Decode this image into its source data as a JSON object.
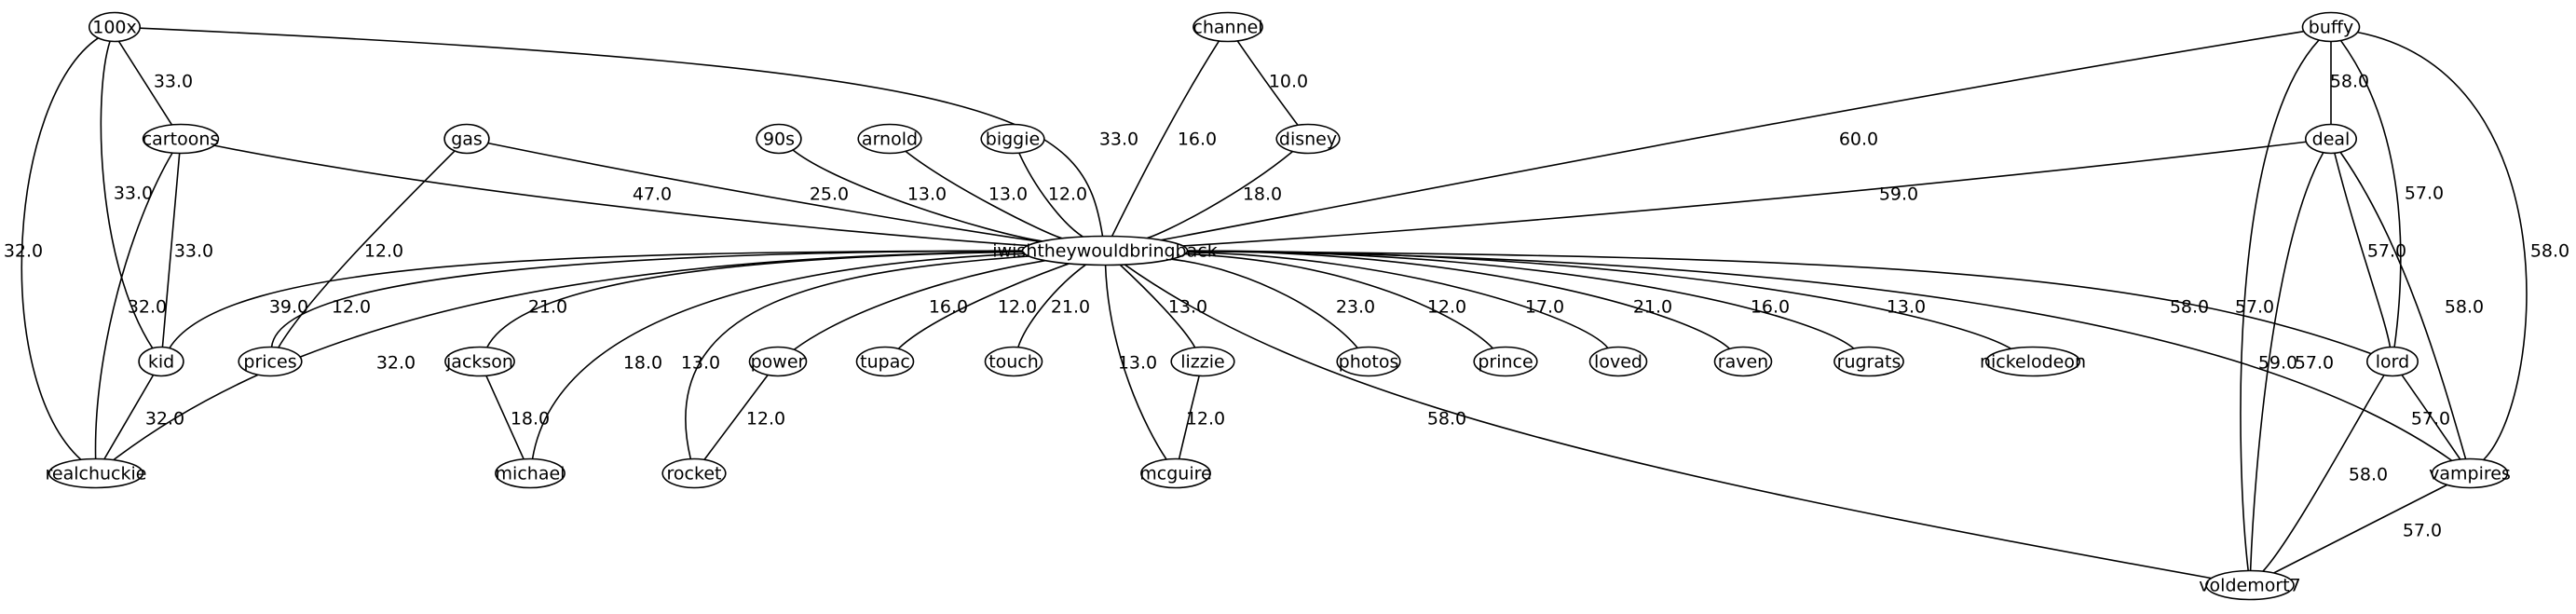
{
  "graph": {
    "nodes": [
      {
        "id": "100x",
        "label": "100x"
      },
      {
        "id": "cartoons",
        "label": "cartoons"
      },
      {
        "id": "gas",
        "label": "gas"
      },
      {
        "id": "90s",
        "label": "90s"
      },
      {
        "id": "arnold",
        "label": "arnold"
      },
      {
        "id": "biggie",
        "label": "biggie"
      },
      {
        "id": "channel",
        "label": "channel"
      },
      {
        "id": "disney",
        "label": "disney"
      },
      {
        "id": "buffy",
        "label": "buffy"
      },
      {
        "id": "deal",
        "label": "deal"
      },
      {
        "id": "iwishtheywouldbringback",
        "label": "iwishtheywouldbringback"
      },
      {
        "id": "kid",
        "label": "kid"
      },
      {
        "id": "prices",
        "label": "prices"
      },
      {
        "id": "jackson",
        "label": "jackson"
      },
      {
        "id": "power",
        "label": "power"
      },
      {
        "id": "tupac",
        "label": "tupac"
      },
      {
        "id": "touch",
        "label": "touch"
      },
      {
        "id": "lizzie",
        "label": "lizzie"
      },
      {
        "id": "photos",
        "label": "photos"
      },
      {
        "id": "prince",
        "label": "prince"
      },
      {
        "id": "loved",
        "label": "loved"
      },
      {
        "id": "raven",
        "label": "raven"
      },
      {
        "id": "rugrats",
        "label": "rugrats"
      },
      {
        "id": "nickelodeon",
        "label": "nickelodeon"
      },
      {
        "id": "lord",
        "label": "lord"
      },
      {
        "id": "realchuckie",
        "label": "realchuckie"
      },
      {
        "id": "michael",
        "label": "michael"
      },
      {
        "id": "rocket",
        "label": "rocket"
      },
      {
        "id": "mcguire",
        "label": "mcguire"
      },
      {
        "id": "vampires",
        "label": "vampires"
      },
      {
        "id": "voldemort7",
        "label": "voldemort7"
      }
    ],
    "edges": [
      {
        "source": "100x",
        "target": "cartoons",
        "label": "33.0"
      },
      {
        "source": "100x",
        "target": "iwishtheywouldbringback",
        "label": "33.0"
      },
      {
        "source": "100x",
        "target": "kid",
        "label": "33.0"
      },
      {
        "source": "100x",
        "target": "realchuckie",
        "label": "32.0"
      },
      {
        "source": "cartoons",
        "target": "iwishtheywouldbringback",
        "label": "47.0"
      },
      {
        "source": "cartoons",
        "target": "kid",
        "label": "33.0"
      },
      {
        "source": "cartoons",
        "target": "realchuckie",
        "label": "32.0"
      },
      {
        "source": "gas",
        "target": "iwishtheywouldbringback",
        "label": "25.0"
      },
      {
        "source": "gas",
        "target": "prices",
        "label": "12.0"
      },
      {
        "source": "90s",
        "target": "iwishtheywouldbringback",
        "label": "13.0"
      },
      {
        "source": "arnold",
        "target": "iwishtheywouldbringback",
        "label": "13.0"
      },
      {
        "source": "biggie",
        "target": "iwishtheywouldbringback",
        "label": "12.0"
      },
      {
        "source": "channel",
        "target": "iwishtheywouldbringback",
        "label": "16.0"
      },
      {
        "source": "channel",
        "target": "disney",
        "label": "10.0"
      },
      {
        "source": "disney",
        "target": "iwishtheywouldbringback",
        "label": "18.0"
      },
      {
        "source": "buffy",
        "target": "iwishtheywouldbringback",
        "label": "60.0"
      },
      {
        "source": "buffy",
        "target": "deal",
        "label": "58.0"
      },
      {
        "source": "buffy",
        "target": "lord",
        "label": "57.0"
      },
      {
        "source": "buffy",
        "target": "vampires",
        "label": "58.0"
      },
      {
        "source": "buffy",
        "target": "voldemort7",
        "label": "57.0"
      },
      {
        "source": "deal",
        "target": "iwishtheywouldbringback",
        "label": "59.0"
      },
      {
        "source": "deal",
        "target": "lord",
        "label": "57.0"
      },
      {
        "source": "deal",
        "target": "vampires",
        "label": "58.0"
      },
      {
        "source": "deal",
        "target": "voldemort7",
        "label": "57.0"
      },
      {
        "source": "iwishtheywouldbringback",
        "target": "kid",
        "label": "39.0"
      },
      {
        "source": "iwishtheywouldbringback",
        "target": "prices",
        "label": "12.0"
      },
      {
        "source": "iwishtheywouldbringback",
        "target": "realchuckie",
        "label": "32.0"
      },
      {
        "source": "iwishtheywouldbringback",
        "target": "jackson",
        "label": "21.0"
      },
      {
        "source": "iwishtheywouldbringback",
        "target": "michael",
        "label": "18.0"
      },
      {
        "source": "iwishtheywouldbringback",
        "target": "rocket",
        "label": "13.0"
      },
      {
        "source": "iwishtheywouldbringback",
        "target": "power",
        "label": "16.0"
      },
      {
        "source": "iwishtheywouldbringback",
        "target": "tupac",
        "label": "12.0"
      },
      {
        "source": "iwishtheywouldbringback",
        "target": "touch",
        "label": "21.0"
      },
      {
        "source": "iwishtheywouldbringback",
        "target": "mcguire",
        "label": "13.0"
      },
      {
        "source": "iwishtheywouldbringback",
        "target": "lizzie",
        "label": "13.0"
      },
      {
        "source": "iwishtheywouldbringback",
        "target": "photos",
        "label": "23.0"
      },
      {
        "source": "iwishtheywouldbringback",
        "target": "prince",
        "label": "12.0"
      },
      {
        "source": "iwishtheywouldbringback",
        "target": "loved",
        "label": "17.0"
      },
      {
        "source": "iwishtheywouldbringback",
        "target": "raven",
        "label": "21.0"
      },
      {
        "source": "iwishtheywouldbringback",
        "target": "rugrats",
        "label": "16.0"
      },
      {
        "source": "iwishtheywouldbringback",
        "target": "nickelodeon",
        "label": "13.0"
      },
      {
        "source": "iwishtheywouldbringback",
        "target": "lord",
        "label": "58.0"
      },
      {
        "source": "iwishtheywouldbringback",
        "target": "vampires",
        "label": "59.0"
      },
      {
        "source": "iwishtheywouldbringback",
        "target": "voldemort7",
        "label": "58.0"
      },
      {
        "source": "kid",
        "target": "realchuckie",
        "label": "32.0"
      },
      {
        "source": "jackson",
        "target": "michael",
        "label": "18.0"
      },
      {
        "source": "power",
        "target": "rocket",
        "label": "12.0"
      },
      {
        "source": "lizzie",
        "target": "mcguire",
        "label": "12.0"
      },
      {
        "source": "lord",
        "target": "vampires",
        "label": "57.0"
      },
      {
        "source": "lord",
        "target": "voldemort7",
        "label": "58.0"
      },
      {
        "source": "vampires",
        "target": "voldemort7",
        "label": "57.0"
      }
    ]
  }
}
